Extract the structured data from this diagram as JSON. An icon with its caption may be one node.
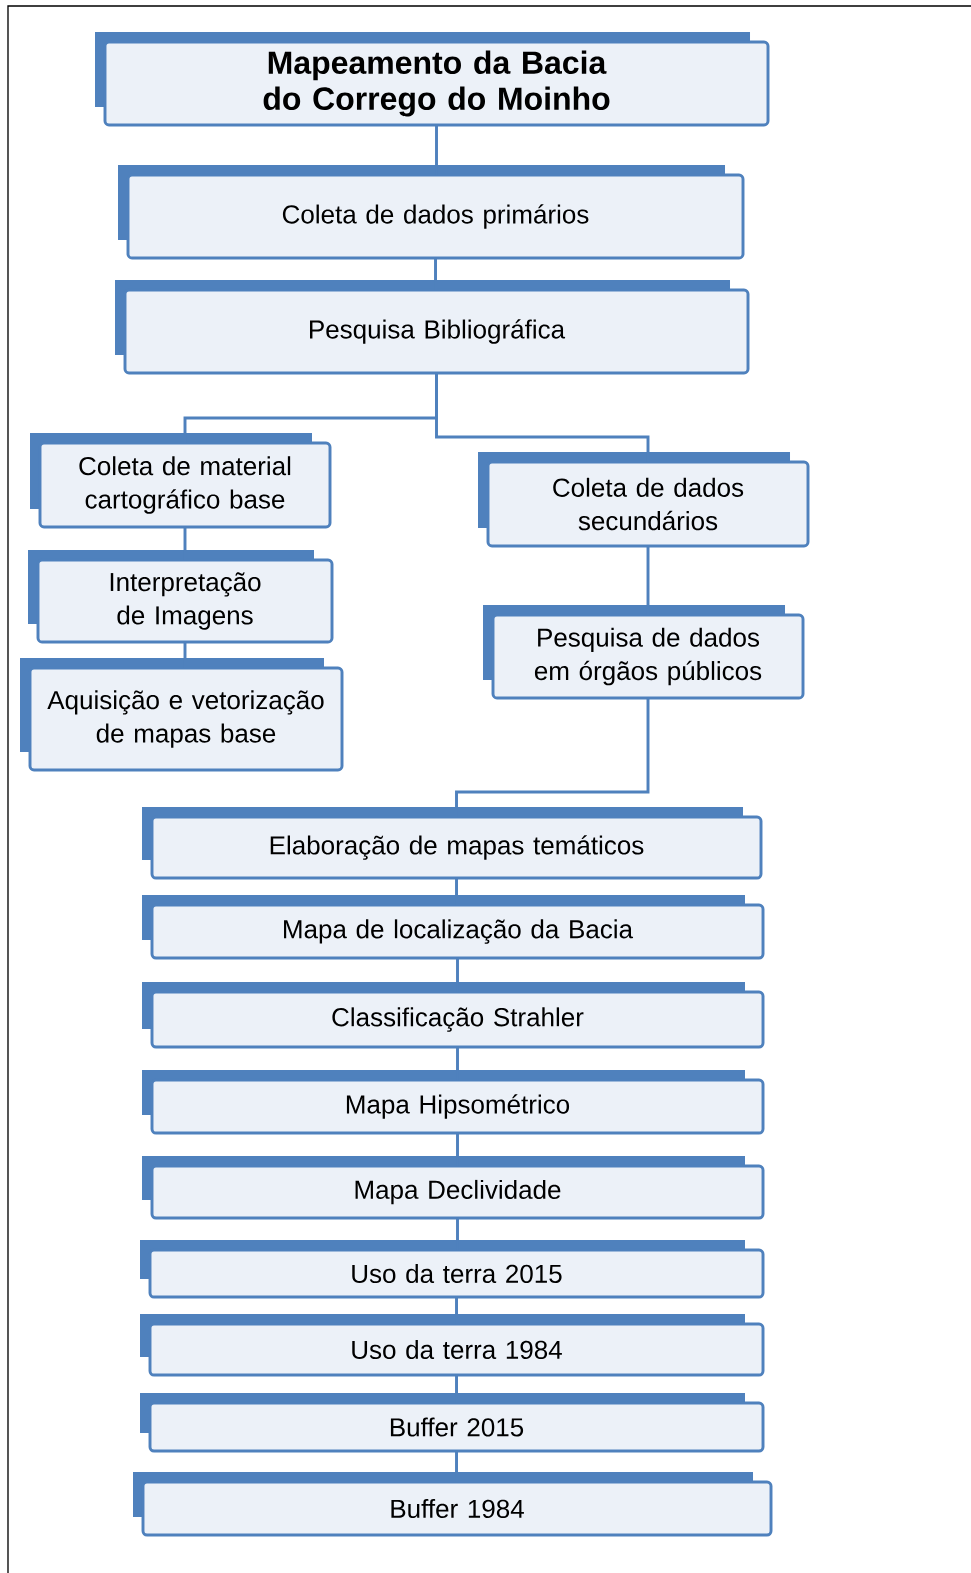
{
  "diagram": {
    "nodes": [
      {
        "text": [
          "Mapeamento da Bacia do Corrego do Moinho"
        ]
      },
      {
        "text": [
          "Coleta de dados primários"
        ]
      },
      {
        "text": [
          "Pesquisa Bibliográfica"
        ]
      },
      {
        "text": [
          "Coleta de material cartográfico base"
        ]
      },
      {
        "text": [
          "Interpretação de Imagens"
        ]
      },
      {
        "text": [
          "Aquisição e vetorização de mapas base"
        ]
      },
      {
        "text": [
          "Coleta de dados secundários"
        ]
      },
      {
        "text": [
          "Pesquisa de dados em órgãos públicos"
        ]
      },
      {
        "text": [
          "Elaboração de mapas temáticos"
        ]
      },
      {
        "text": [
          "Mapa de localização da Bacia"
        ]
      },
      {
        "text": [
          "Classificação Strahler"
        ]
      },
      {
        "text": [
          "Mapa Hipsométrico"
        ]
      },
      {
        "text": [
          "Mapa Declividade"
        ]
      },
      {
        "text": [
          "Uso da terra 2015"
        ]
      },
      {
        "text": [
          "Uso da terra 1984"
        ]
      },
      {
        "text": [
          "Buffer 2015"
        ]
      },
      {
        "text": [
          "Buffer 1984"
        ]
      }
    ],
    "edges": [
      {
        "from": 0,
        "to": 1,
        "arrow": "none"
      },
      {
        "from": 1,
        "to": 2,
        "arrow": "none"
      },
      {
        "from": 2,
        "to": 3,
        "arrow": "none"
      },
      {
        "from": 2,
        "to": 6,
        "arrow": "none"
      },
      {
        "from": 3,
        "to": 4,
        "arrow": "none"
      },
      {
        "from": 4,
        "to": 5,
        "arrow": "none"
      },
      {
        "from": 6,
        "to": 7,
        "arrow": "none"
      },
      {
        "from": 7,
        "to": 8,
        "arrow": "none"
      },
      {
        "from": 8,
        "to": 9,
        "arrow": "none"
      },
      {
        "from": 9,
        "to": 10,
        "arrow": "none"
      },
      {
        "from": 10,
        "to": 11,
        "arrow": "none"
      },
      {
        "from": 11,
        "to": 12,
        "arrow": "none"
      },
      {
        "from": 12,
        "to": 13,
        "arrow": "none"
      },
      {
        "from": 13,
        "to": 14,
        "arrow": "none"
      },
      {
        "from": 14,
        "to": 15,
        "arrow": "none"
      },
      {
        "from": 15,
        "to": 16,
        "arrow": "none"
      }
    ]
  }
}
